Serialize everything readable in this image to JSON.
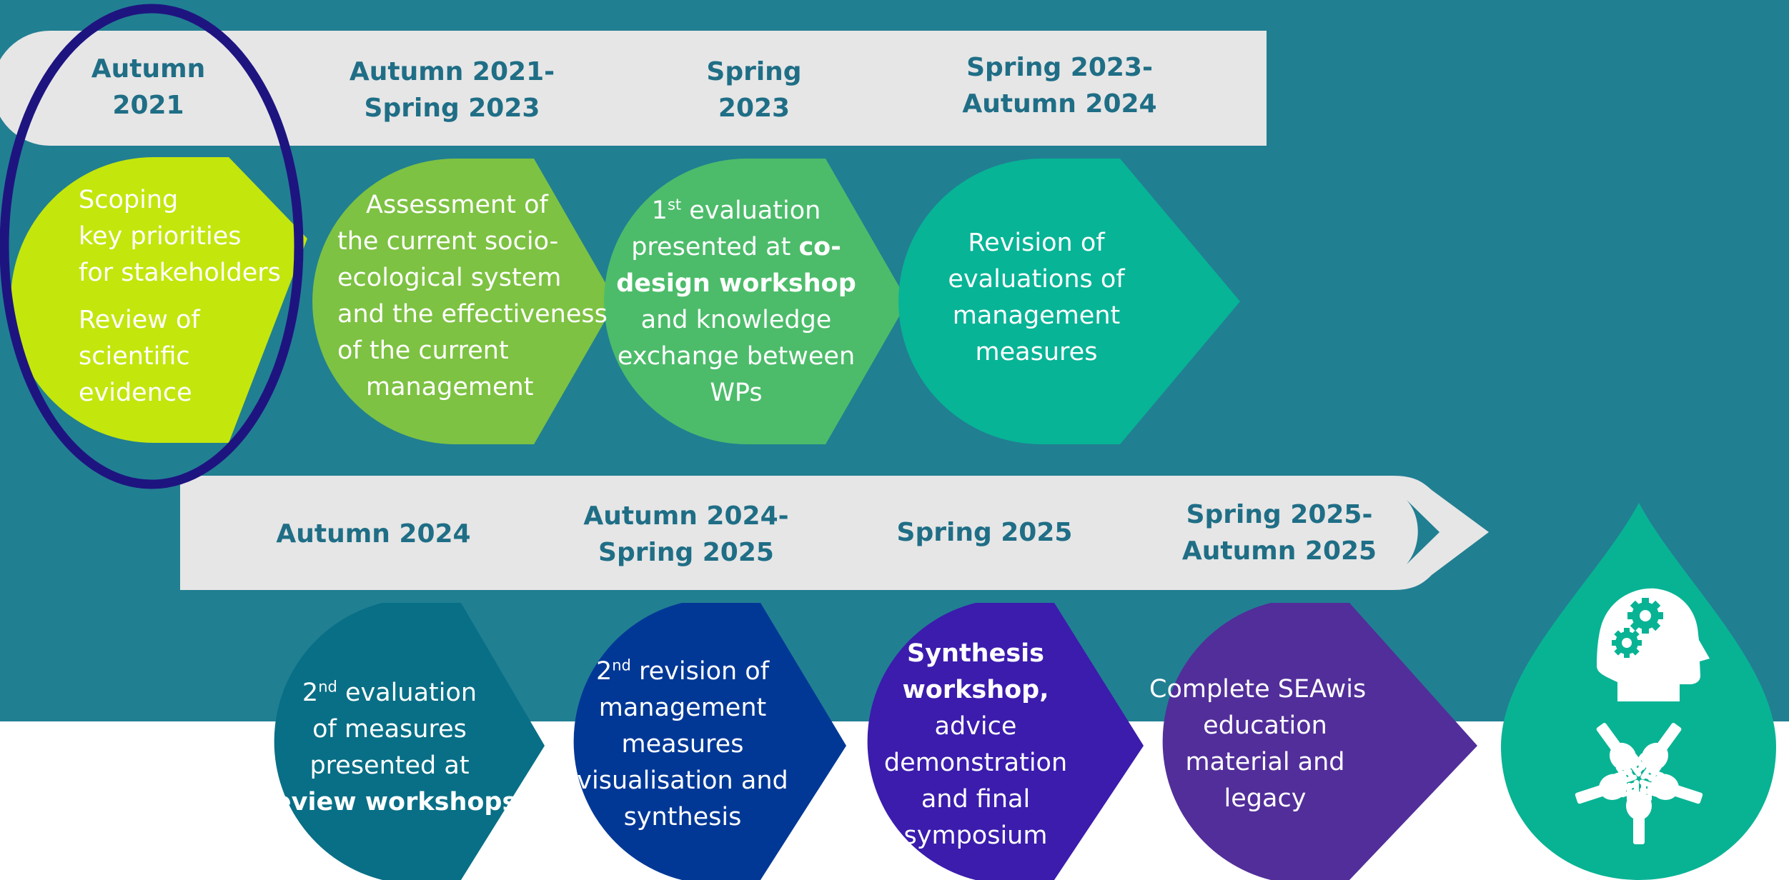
{
  "colors": {
    "background_band": "#217f92",
    "timeline_bar": "#e6e6e6",
    "timeline_label": "#1f6e86",
    "highlight_ellipse": "#1e1480",
    "stage_1": "#c3e60d",
    "stage_2": "#7dc242",
    "stage_3": "#4cbc6a",
    "stage_4": "#07b496",
    "stage_5": "#086f86",
    "stage_6": "#013896",
    "stage_7": "#3b1cad",
    "stage_8": "#522e9a",
    "drop_icon_bg": "#08b394",
    "stage_text": "#ffffff"
  },
  "timeline_top": [
    {
      "line1": "Autumn",
      "line2": "2021"
    },
    {
      "line1": "Autumn 2021-",
      "line2": "Spring 2023"
    },
    {
      "line1": "Spring",
      "line2": "2023"
    },
    {
      "line1": "Spring 2023-",
      "line2": "Autumn 2024"
    }
  ],
  "timeline_bottom": [
    {
      "line1": "Autumn 2024",
      "line2": ""
    },
    {
      "line1": "Autumn 2024-",
      "line2": "Spring 2025"
    },
    {
      "line1": "Spring 2025",
      "line2": ""
    },
    {
      "line1": "Spring 2025-",
      "line2": "Autumn 2025"
    }
  ],
  "stages": {
    "s1": {
      "l1": "Scoping",
      "l2": "key priorities",
      "l3": "for stakeholders",
      "l4": "Review of",
      "l5": "scientific",
      "l6": "evidence"
    },
    "s2": {
      "l1": "Assessment of",
      "l2": "the current socio-",
      "l3": "ecological system",
      "l4": "and the effectiveness",
      "l5": "of the current",
      "l6": "management"
    },
    "s3": {
      "ord_num": "1",
      "ord_suffix": "st",
      "l1_rest": " evaluation",
      "l2_pre": "presented at ",
      "l2_bold": "co-",
      "l3_bold": "design workshop",
      "l4": "and  knowledge",
      "l5": "exchange between",
      "l6": "WPs"
    },
    "s4": {
      "l1": "Revision of",
      "l2": "evaluations of",
      "l3": "management",
      "l4": "measures"
    },
    "s5": {
      "ord_num": "2",
      "ord_suffix": "nd",
      "l1_rest": " evaluation",
      "l2": "of measures",
      "l3": "presented at",
      "l4_bold": "review workshops"
    },
    "s6": {
      "ord_num": "2",
      "ord_suffix": "nd",
      "l1_rest": " revision of",
      "l2": "management",
      "l3": "measures",
      "l4": "visualisation and",
      "l5": "synthesis"
    },
    "s7": {
      "l1_bold": "Synthesis",
      "l2_bold": "workshop,",
      "l3": "advice",
      "l4": "demonstration",
      "l5": "and final",
      "l6": "symposium"
    },
    "s8": {
      "l1": "Complete SEAwis",
      "l2": "education",
      "l3": "material and",
      "l4": "legacy"
    }
  },
  "icons": {
    "top": "head-with-gears-icon",
    "bottom": "joined-hands-icon"
  }
}
